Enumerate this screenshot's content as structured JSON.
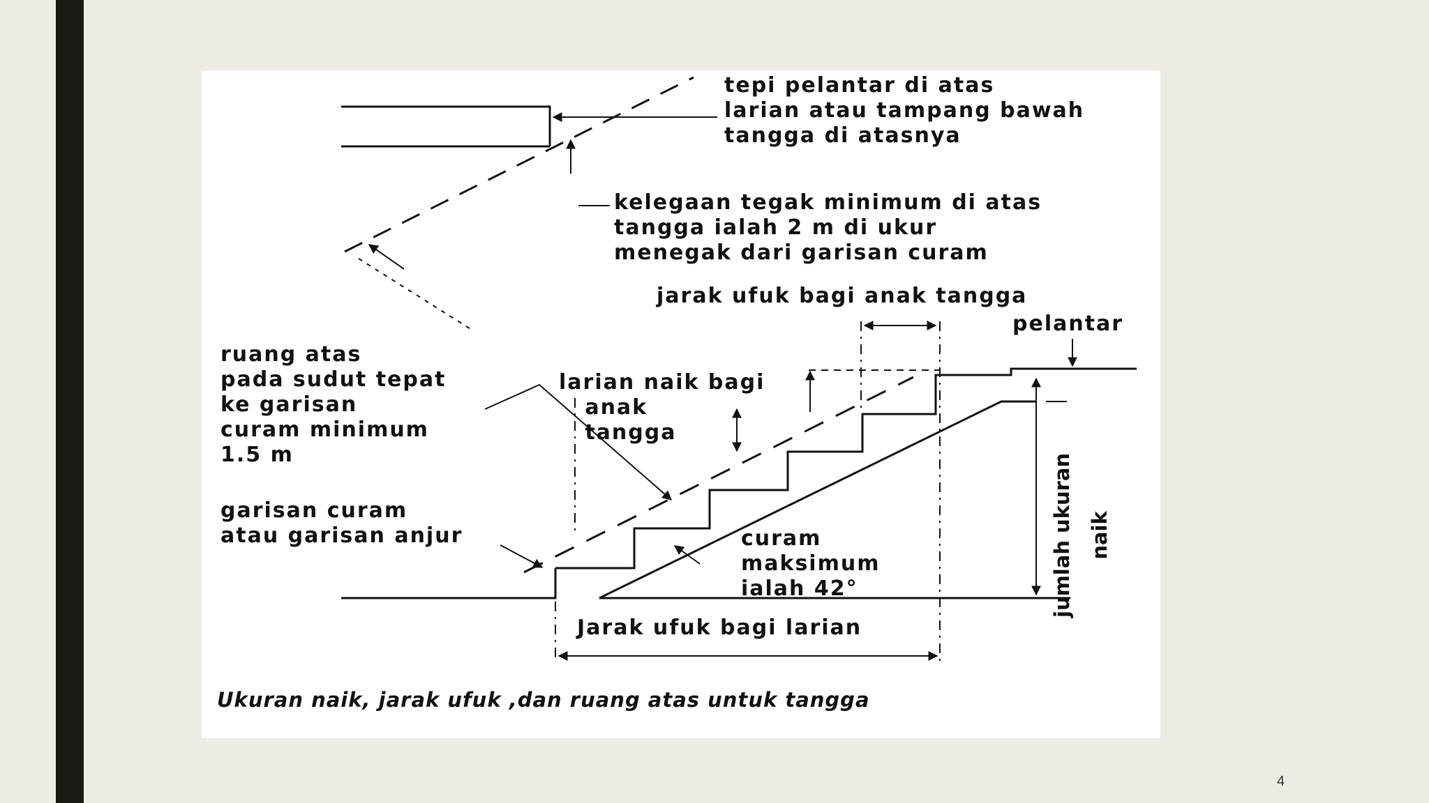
{
  "slide": {
    "page_number": "4",
    "colors": {
      "background": "#ecebe4",
      "side_bar": "#1c1a14",
      "figure_bg": "#ffffff",
      "ink": "#111111"
    }
  },
  "diagram": {
    "label_top_edge": "tepi pelantar di atas\nlarian atau tampang bawah\ntangga di atasnya",
    "label_clearance": "kelegaan tegak minimum di atas\ntangga ialah 2 m di ukur\nmenegak dari garisan curam",
    "label_going": "jarak ufuk bagi anak tangga",
    "label_landing": "pelantar",
    "label_headroom": "ruang atas\npada sudut tepat\nke garisan\ncuram minimum\n1.5 m",
    "label_rise": "larian naik bagi\n   anak\n   tangga",
    "label_pitch_line": "garisan curam\natau garisan anjur",
    "label_max_pitch": "curam\nmaksimum\nialah 42°",
    "label_total_rise": "jumlah ukuran\nnaik",
    "label_run_going": "Jarak ufuk bagi larian",
    "caption": "Ukuran naik, jarak ufuk ,dan ruang atas untuk tangga"
  }
}
